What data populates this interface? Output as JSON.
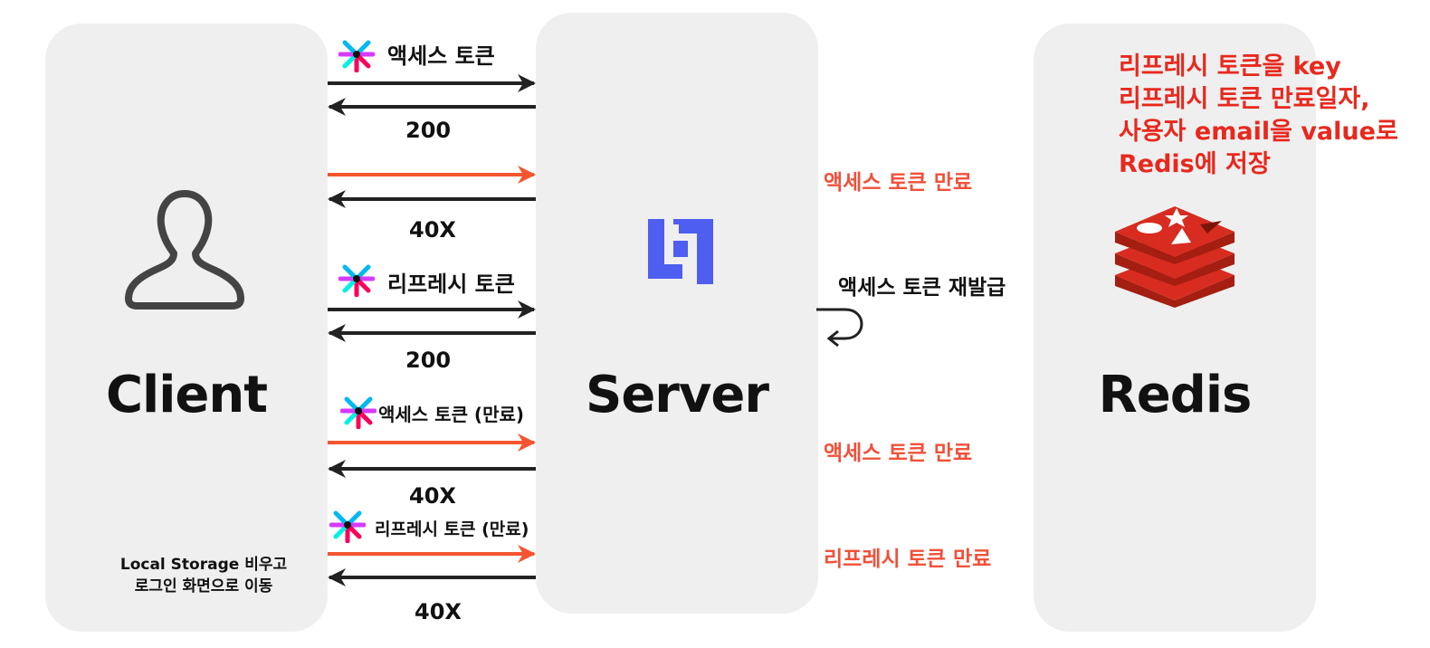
{
  "nodes": {
    "client": "Client",
    "server": "Server",
    "redis": "Redis"
  },
  "messages": {
    "m1": "액세스 토큰",
    "r1": "200",
    "r2": "40X",
    "m3": "리프레시 토큰",
    "r3": "200",
    "m4": "액세스 토큰 (만료)",
    "r4": "40X",
    "m5": "리프레시 토큰 (만료)",
    "r5": "40X"
  },
  "server_notes": {
    "expired1": "액세스 토큰 만료",
    "reissue": "액세스 토큰 재발급",
    "expired2": "액세스 토큰 만료",
    "refresh_expired": "리프레시 토큰 만료"
  },
  "redis_note": [
    "리프레시 토큰을 key",
    "리프레시 토큰 만료일자,",
    "사용자 email을 value로",
    "Redis에 저장"
  ],
  "client_note": [
    "Local Storage 비우고",
    "로그인 화면으로 이동"
  ],
  "icons": [
    "user-icon",
    "jwt-icon",
    "server-logo-icon",
    "redis-logo-icon",
    "return-arrow-icon"
  ],
  "colors": {
    "panel": "#efefef",
    "request_ok": "#222222",
    "request_expired": "#f4552f",
    "note_red": "#e8281e",
    "server_logo": "#4d5ef0",
    "redis_red": "#d82c20"
  }
}
